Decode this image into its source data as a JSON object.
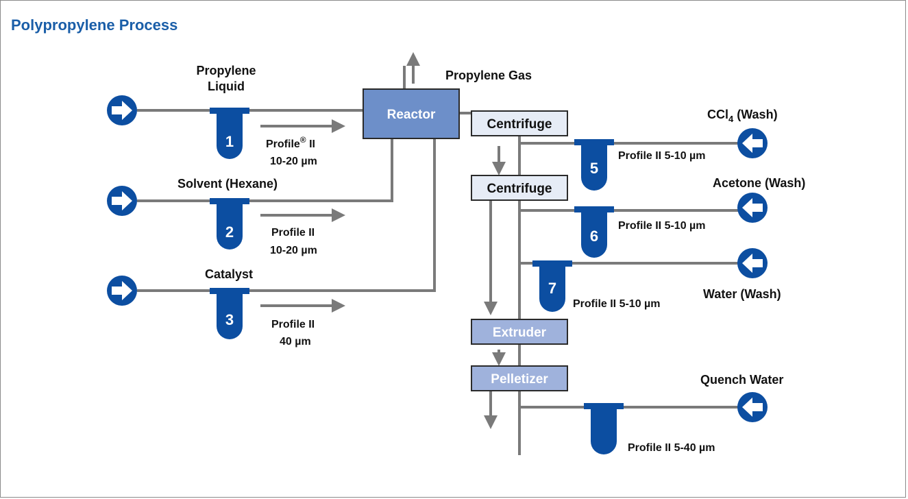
{
  "title": "Polypropylene Process",
  "colors": {
    "pipe": "#7a7a7a",
    "filter": "#0c4ea1",
    "reactor": "#6d8fc9",
    "centrifuge": "#e6ecf6",
    "extruder": "#9fb2dc",
    "title": "#1a5ea8"
  },
  "equipment": {
    "reactor": "Reactor",
    "centrifuge_1": "Centrifuge",
    "centrifuge_2": "Centrifuge",
    "extruder": "Extruder",
    "pelletizer": "Pelletizer"
  },
  "streams": {
    "propylene_liquid_line1": "Propylene",
    "propylene_liquid_line2": "Liquid",
    "solvent": "Solvent (Hexane)",
    "catalyst": "Catalyst",
    "propylene_gas": "Propylene Gas",
    "ccl4_wash_pre": "CCl",
    "ccl4_wash_sub": "4",
    "ccl4_wash_post": " (Wash)",
    "acetone_wash": "Acetone (Wash)",
    "water_wash": "Water (Wash)",
    "quench_water": "Quench Water"
  },
  "filters": [
    {
      "number": "1",
      "spec_line1_pre": "Profile",
      "spec_line1_sup": "®",
      "spec_line1_post": " II",
      "spec_line2": "10-20 µm"
    },
    {
      "number": "2",
      "spec_line1": "Profile II",
      "spec_line2": "10-20 µm"
    },
    {
      "number": "3",
      "spec_line1": "Profile II",
      "spec_line2": "40 µm"
    },
    {
      "number": "5",
      "spec": "Profile II 5-10 µm"
    },
    {
      "number": "6",
      "spec": "Profile II 5-10 µm"
    },
    {
      "number": "7",
      "spec": "Profile II 5-10 µm"
    },
    {
      "number": "",
      "spec": "Profile II 5-40 µm"
    }
  ]
}
